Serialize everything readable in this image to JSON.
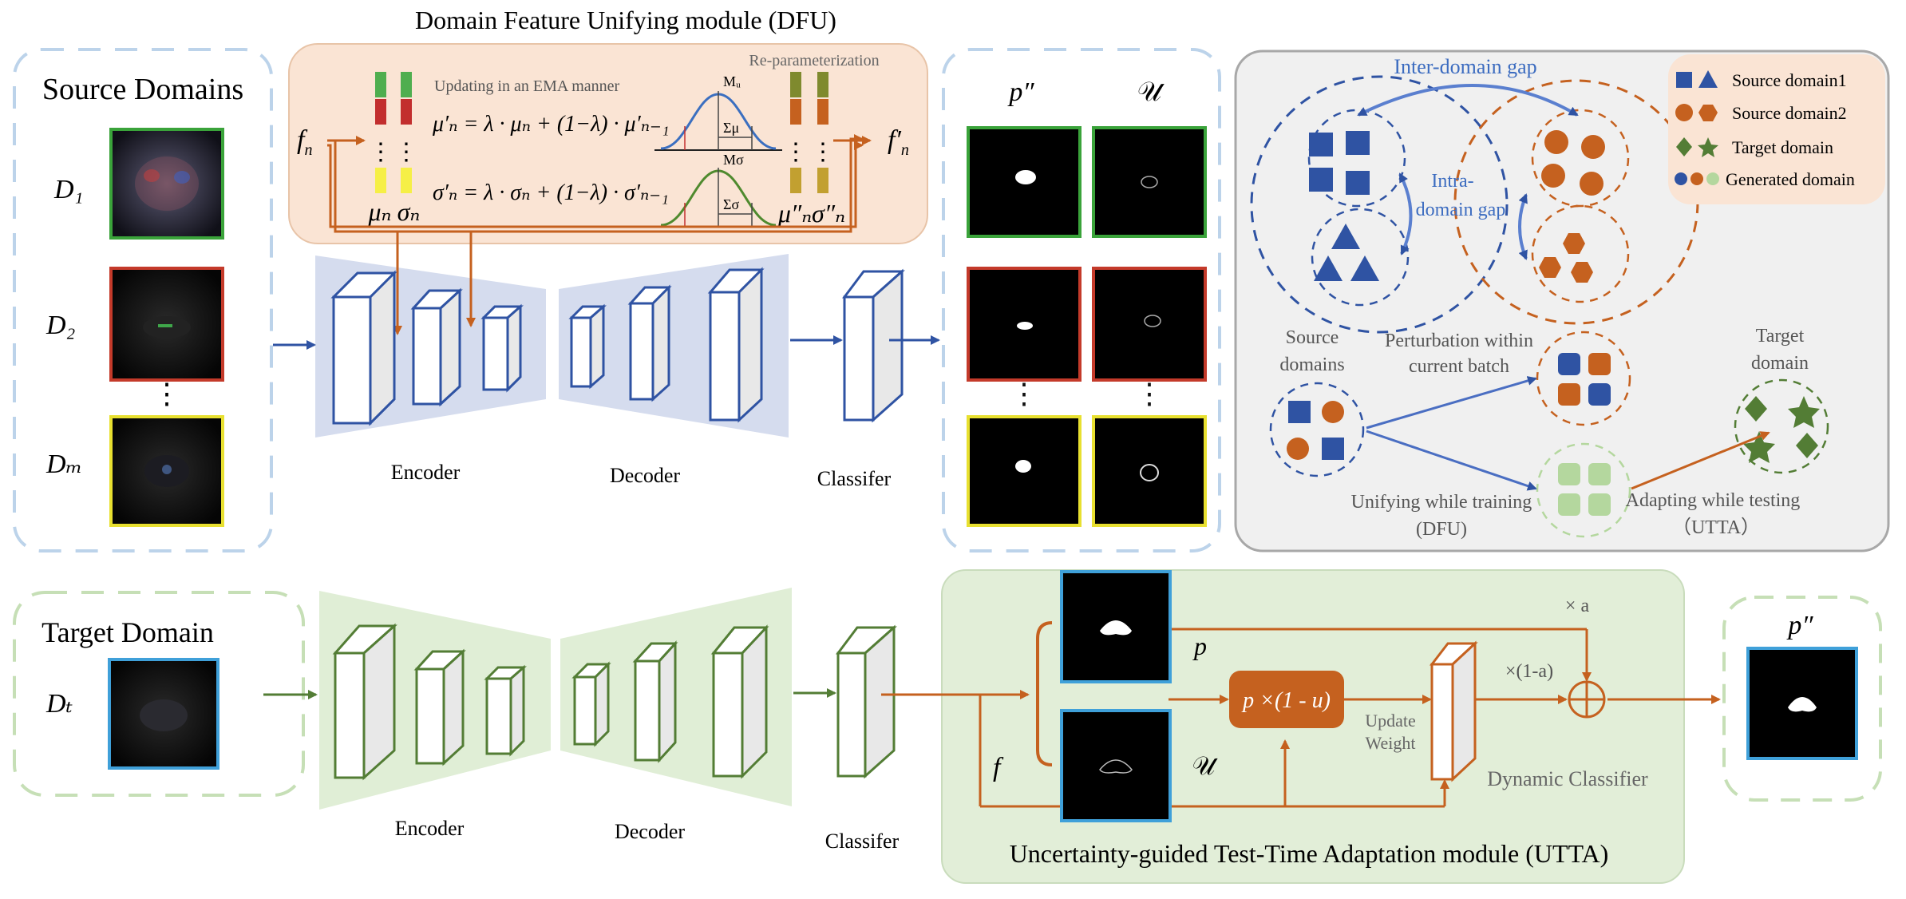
{
  "dfu": {
    "title": "Domain Feature Unifying module (DFU)",
    "ema_note": "Updating in an EMA manner",
    "reparam": "Re-parameterization",
    "f_in": "f",
    "f_in_sub": "n",
    "f_out": "f′",
    "f_out_sub": "n",
    "mu_eq": "μ′ₙ = λ · μₙ + (1−λ) · μ′ₙ₋₁",
    "sigma_eq": "σ′ₙ = λ · σₙ + (1−λ) · σ′ₙ₋₁",
    "mu_n": "μₙ",
    "sigma_n": "σₙ",
    "mu_pp": "μ″ₙ",
    "sigma_pp": "σ″ₙ",
    "M_mu": "Mᵤ",
    "M_sigma": "Mσ",
    "Sigma_mu": "Σμ",
    "Sigma_sigma": "Σσ"
  },
  "source": {
    "title": "Source Domains",
    "d1": "D₁",
    "d2": "D₂",
    "dm": "Dₘ",
    "vdots": "⋮"
  },
  "top_net": {
    "encoder": "Encoder",
    "decoder": "Decoder",
    "classifier": "Classifer"
  },
  "outputs": {
    "p_label": "p″",
    "u_label": "𝒰"
  },
  "right_panel": {
    "inter_gap": "Inter-domain gap",
    "intra_gap_1": "Intra-",
    "intra_gap_2": "domain gap",
    "source_domains_1": "Source",
    "source_domains_2": "domains",
    "perturb_1": "Perturbation within",
    "perturb_2": "current batch",
    "target_domain_1": "Target",
    "target_domain_2": "domain",
    "unify_1": "Unifying while training",
    "unify_2": "(DFU)",
    "adapt_1": "Adapting while testing",
    "adapt_2": "（UTTA）",
    "legend": [
      "Source domain1",
      "Source domain2",
      "Target domain",
      "Generated domain"
    ],
    "colors": {
      "blue": "#2f53a3",
      "orange": "#c5611f",
      "green": "#537d35",
      "light_green": "#b4d79e",
      "gray_bg": "#f0f0f0"
    }
  },
  "target": {
    "title": "Target Domain",
    "dt": "Dₜ",
    "encoder": "Encoder",
    "decoder": "Decoder",
    "classifier": "Classifer"
  },
  "utta": {
    "title": "Uncertainty-guided Test-Time Adaptation module (UTTA)",
    "f": "f",
    "p": "p",
    "u": "𝒰",
    "box": "p ×(1 - u)",
    "update_1": "Update",
    "update_2": "Weight",
    "times_a": "× a",
    "times_1a": "×(1-a)",
    "dyn_cls": "Dynamic Classifier",
    "out": "p″"
  }
}
